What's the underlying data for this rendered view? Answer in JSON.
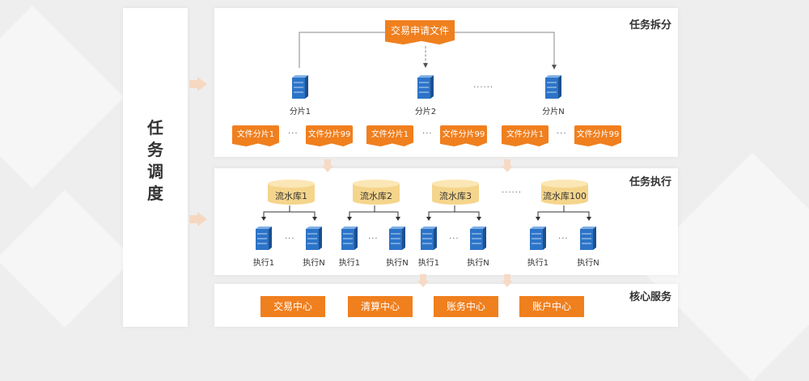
{
  "left_title_chars": [
    "任",
    "务",
    "调",
    "度"
  ],
  "sections": {
    "split": {
      "title": "任务拆分"
    },
    "exec": {
      "title": "任务执行"
    },
    "core": {
      "title": "核心服务"
    }
  },
  "split": {
    "top_doc": "交易申请文件",
    "shards": [
      "分片1",
      "分片2",
      "分片N"
    ],
    "shard_gap": "......",
    "file_tags": [
      "文件分片1",
      "文件分片99",
      "文件分片1",
      "文件分片99",
      "文件分片1",
      "文件分片99"
    ],
    "tag_gap": "···"
  },
  "exec": {
    "dbs": [
      "流水库1",
      "流水库2",
      "流水库3",
      "流水库100"
    ],
    "db_gap": "......",
    "exec_labels": [
      "执行1",
      "执行N",
      "执行1",
      "执行N",
      "执行1",
      "执行N",
      "执行1",
      "执行N"
    ],
    "exec_gap": "···"
  },
  "core": {
    "buttons": [
      "交易中心",
      "清算中心",
      "账务中心",
      "账户中心"
    ]
  },
  "colors": {
    "accent": "#f07f1e",
    "server": "#2c74c8"
  }
}
